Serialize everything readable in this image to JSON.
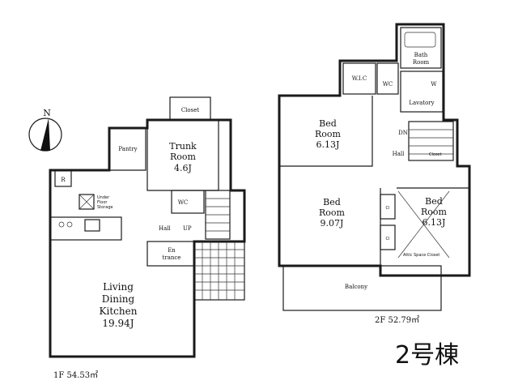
{
  "compass": {
    "north": "N"
  },
  "first_floor": {
    "area": "1F 54.53㎡",
    "rooms": {
      "ldk": [
        "Living",
        "Dining",
        "Kitchen",
        "19.94J"
      ],
      "trunk": [
        "Trunk",
        "Room",
        "4.6J"
      ],
      "pantry": "Pantry",
      "closet": "Closet",
      "wc": "WC",
      "hall": "Hall",
      "up": "UP",
      "entrance": [
        "En",
        "trance"
      ],
      "r": "R",
      "underfloor": [
        "Under",
        "Floor",
        "Storage"
      ]
    }
  },
  "second_floor": {
    "area": "2F 52.79㎡",
    "rooms": {
      "bed1": [
        "Bed",
        "Room",
        "6.13J"
      ],
      "bed2": [
        "Bed",
        "Room",
        "9.07J"
      ],
      "bed3": [
        "Bed",
        "Room",
        "6.13J"
      ],
      "bath": [
        "Bath",
        "Room"
      ],
      "wic": "W.I.C",
      "wc": "WC",
      "lavatory": "Lavatory",
      "dn": "DN",
      "hall": "Hall",
      "balcony": "Balcony",
      "attic": "Attic Space Closet",
      "cl": "Cl",
      "closet": "Closet",
      "w": "W"
    }
  },
  "building_label": "2号棟"
}
